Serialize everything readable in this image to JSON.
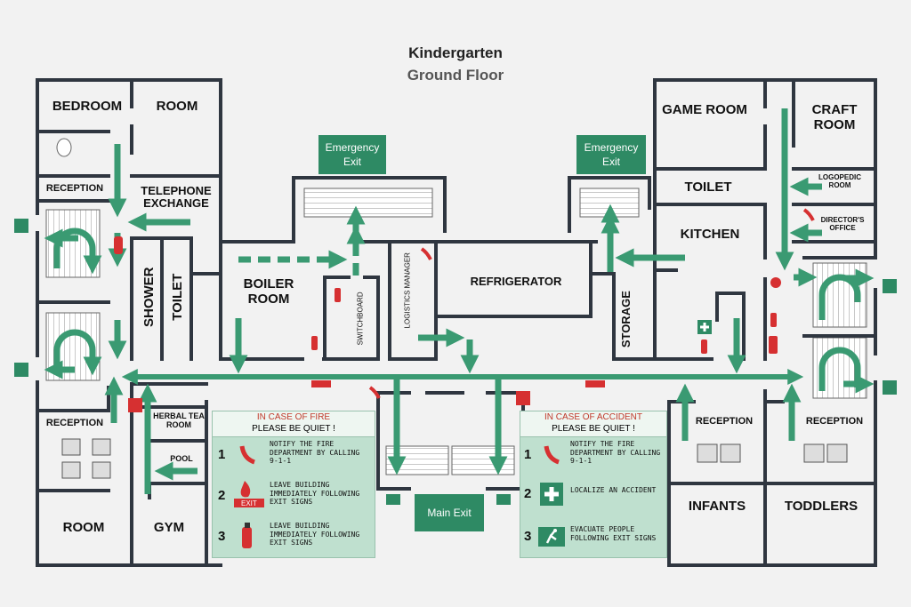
{
  "title": "Kindergarten",
  "subtitle": "Ground Floor",
  "rooms": {
    "bedroom": "BEDROOM",
    "room_top": "ROOM",
    "reception_tl": "RECEPTION",
    "telephone_exchange": "TELEPHONE EXCHANGE",
    "shower": "SHOWER",
    "toilet_left": "TOILET",
    "boiler_room": "BOILER ROOM",
    "switchboard": "SWITCHBOARD",
    "logistics_manager": "LOGISTICS MANAGER",
    "refrigerator": "REFRIGERATOR",
    "storage": "STORAGE",
    "game_room": "GAME ROOM",
    "craft_room": "CRAFT ROOM",
    "toilet_right": "TOILET",
    "logopedic_room": "LOGOPEDIC ROOM",
    "kitchen": "KITCHEN",
    "directors_office": "DIRECTOR'S OFFICE",
    "reception_bl": "RECEPTION",
    "herbal_tea_room": "HERBAL TEA ROOM",
    "pool": "POOL",
    "room_bottom": "ROOM",
    "gym": "GYM",
    "reception_br1": "RECEPTION",
    "reception_br2": "RECEPTION",
    "infants": "INFANTS",
    "toddlers": "TODDLERS"
  },
  "exits": {
    "emergency_left": "Emergency Exit",
    "emergency_right": "Emergency Exit",
    "main": "Main Exit"
  },
  "fire_panel": {
    "head1": "IN CASE OF FIRE",
    "head2": "PLEASE BE QUIET !",
    "steps": [
      {
        "num": "1",
        "text": "NOTIFY THE FIRE DEPARTMENT BY CALLING 9-1-1"
      },
      {
        "num": "2",
        "text": "LEAVE BUILDING IMMEDIATELY FOLLOWING EXIT SIGNS"
      },
      {
        "num": "3",
        "text": "LEAVE BUILDING IMMEDIATELY FOLLOWING EXIT SIGNS"
      }
    ]
  },
  "accident_panel": {
    "head1": "IN CASE OF ACCIDENT",
    "head2": "PLEASE BE QUIET !",
    "steps": [
      {
        "num": "1",
        "text": "NOTIFY THE FIRE DEPARTMENT BY CALLING 9-1-1"
      },
      {
        "num": "2",
        "text": "LOCALIZE AN ACCIDENT"
      },
      {
        "num": "3",
        "text": "EVACUATE PEOPLE FOLLOWING EXIT SIGNS"
      }
    ]
  },
  "exit_sign_text": "EXIT",
  "colors": {
    "arrow": "#3a9a72",
    "wall": "#2f3640",
    "exit_box": "#2e8a64",
    "alarm": "#d63031",
    "panel": "#bfe0cf"
  }
}
